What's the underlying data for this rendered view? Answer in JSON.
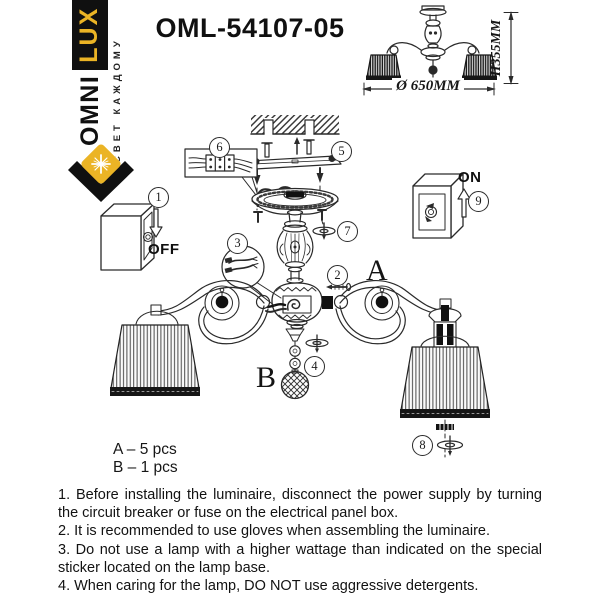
{
  "colors": {
    "ink": "#2a2a2a",
    "brand_yellow": "#EBB425",
    "brand_black": "#101010"
  },
  "logo": {
    "brand_omni": "OMNI",
    "brand_lux": "LUX",
    "tagline": "СВЕТ КАЖДОМУ"
  },
  "header": {
    "model": "OML-54107-05"
  },
  "spec": {
    "diameter": "Ø 650MM",
    "height": "H355MM"
  },
  "diagram": {
    "steps": {
      "s1": "1",
      "s2": "2",
      "s3": "3",
      "s4": "4",
      "s5": "5",
      "s6": "6",
      "s7": "7",
      "s8": "8",
      "s9": "9"
    },
    "switch_off": "OFF",
    "switch_on": "ON",
    "label_arm": "A",
    "label_pendant": "B"
  },
  "legend": {
    "a": "A – 5 pcs",
    "b": "B – 1 pcs"
  },
  "instructions": [
    "1. Before installing the luminaire, disconnect the power supply by turning the circuit breaker or fuse on the electrical panel box.",
    "2. It is recommended to use gloves when assembling the luminaire.",
    "3. Do not use a lamp with a higher wattage than indicated on the special sticker located on the lamp base.",
    "4. When caring for the lamp, DO NOT use aggressive detergents."
  ]
}
